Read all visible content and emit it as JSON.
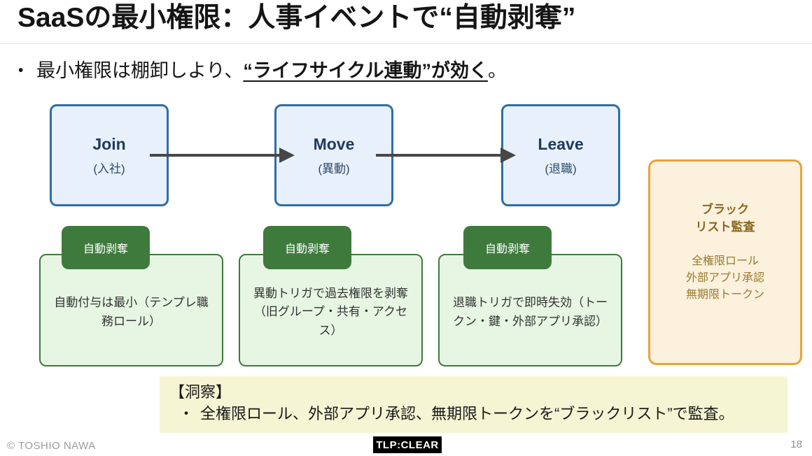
{
  "slide": {
    "title": "SaaSの最小権限：人事イベントで“自動剥奪”",
    "page_number": "18"
  },
  "lead": {
    "marker": "•",
    "prefix": "最小権限は棚卸しより、",
    "emphasis": "“ライフサイクル連動”が効く",
    "suffix": "。"
  },
  "flow": {
    "stages": [
      {
        "name": "Join",
        "sub": "(入社)"
      },
      {
        "name": "Move",
        "sub": "(異動)"
      },
      {
        "name": "Leave",
        "sub": "(退職)"
      }
    ],
    "badges": [
      "自動剥奪",
      "自動剥奪",
      "自動剥奪"
    ],
    "details": [
      "自動付与は最小（テンプレ職務ロール）",
      "異動トリガで過去権限を剥奪（旧グループ・共有・アクセス）",
      "退職トリガで即時失効（トークン・鍵・外部アプリ承認）"
    ]
  },
  "blacklist": {
    "title_line1": "ブラック",
    "title_line2": "リスト監査",
    "items": [
      "全権限ロール",
      "外部アプリ承認",
      "無期限トークン"
    ]
  },
  "insight": {
    "heading": "【洞察】",
    "marker": "・",
    "text": "全権限ロール、外部アプリ承認、無期限トークンを“ブラックリスト”で監査。"
  },
  "footer": {
    "copyright": "© TOSHIO NAWA",
    "tlp": "TLP:CLEAR"
  },
  "colors": {
    "stage_fill": "#e8f1fb",
    "stage_border": "#2e6da8",
    "stage_text": "#1e3a5f",
    "arrow": "#474747",
    "badge_fill": "#3f7a3d",
    "detail_fill": "#e7f5e3",
    "detail_border": "#3f7a3d",
    "blacklist_fill": "#fbf1dc",
    "blacklist_border": "#e6a33c",
    "blacklist_text": "#8a681f",
    "insight_fill": "#f5f5d4"
  }
}
